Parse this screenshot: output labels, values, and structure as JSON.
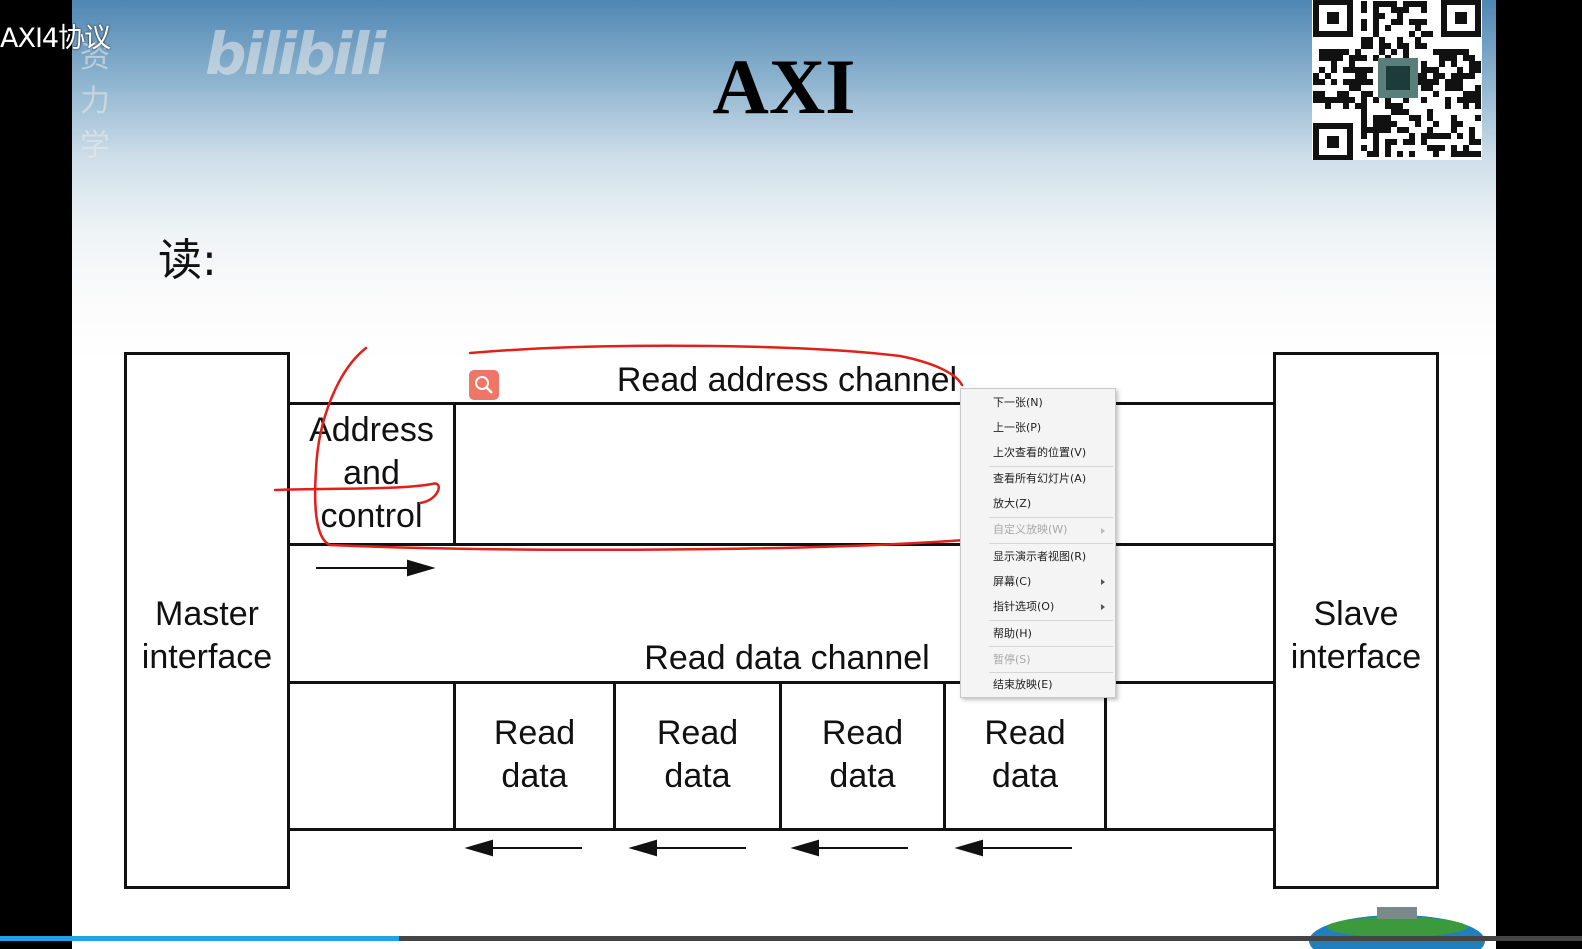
{
  "video": {
    "title": "AXI4协议",
    "watermark_text": "资力学",
    "watermark_logo": "bilibili",
    "progress_fraction": 0.252
  },
  "slide": {
    "title": "AXI",
    "subtitle": "读:"
  },
  "diagram": {
    "master_label_1": "Master",
    "master_label_2": "interface",
    "slave_label_1": "Slave",
    "slave_label_2": "interface",
    "read_address_channel": "Read address channel",
    "read_data_channel": "Read data channel",
    "address_control_1": "Address",
    "address_control_2": "and",
    "address_control_3": "control",
    "read_data_blocks": [
      {
        "line1": "Read",
        "line2": "data"
      },
      {
        "line1": "Read",
        "line2": "data"
      },
      {
        "line1": "Read",
        "line2": "data"
      },
      {
        "line1": "Read",
        "line2": "data"
      }
    ]
  },
  "context_menu": {
    "items": [
      {
        "label": "下一张(N)",
        "disabled": false,
        "submenu": false
      },
      {
        "label": "上一张(P)",
        "disabled": false,
        "submenu": false
      },
      {
        "label": "上次查看的位置(V)",
        "disabled": false,
        "submenu": false
      },
      {
        "label": "查看所有幻灯片(A)",
        "disabled": false,
        "submenu": false
      },
      {
        "label": "放大(Z)",
        "disabled": false,
        "submenu": false
      },
      {
        "label": "自定义放映(W)",
        "disabled": true,
        "submenu": true
      },
      {
        "label": "显示演示者视图(R)",
        "disabled": false,
        "submenu": false
      },
      {
        "label": "屏幕(C)",
        "disabled": false,
        "submenu": true
      },
      {
        "label": "指针选项(O)",
        "disabled": false,
        "submenu": true
      },
      {
        "label": "帮助(H)",
        "disabled": false,
        "submenu": false
      },
      {
        "label": "暂停(S)",
        "disabled": true,
        "submenu": false
      },
      {
        "label": "结束放映(E)",
        "disabled": false,
        "submenu": false
      }
    ]
  },
  "colors": {
    "annotation_pen": "#e0201a",
    "progress": "#20a4e8",
    "zoom_icon": "#ef7566"
  },
  "icons": {
    "zoom": "search-icon",
    "qr": "qr-code-icon",
    "globe": "globe-icon"
  }
}
